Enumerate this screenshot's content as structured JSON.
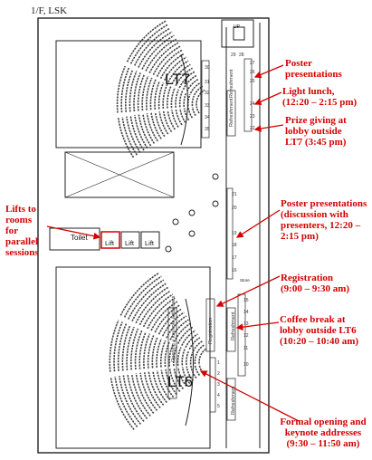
{
  "header": {
    "floor_label": "1/F, LSK"
  },
  "rooms": {
    "lt7": "LT7",
    "lt6": "LT6",
    "toilet": "Toilet",
    "lift": "Lift",
    "store": "Store",
    "up": "UP"
  },
  "signs": {
    "refreshment": "Refreshment",
    "registration": "Registration",
    "opening_keynote": "Opening + keynote addresses"
  },
  "board_numbers": {
    "top_pair": [
      "29",
      "28"
    ],
    "lt7_right": [
      "27",
      "26",
      "25",
      "24",
      "23",
      "22"
    ],
    "lt7_left": [
      "30",
      "31",
      "32",
      "33",
      "34",
      "35"
    ],
    "corridor": [
      "21",
      "20",
      "19",
      "18",
      "17",
      "16"
    ],
    "lt6_right": [
      "15",
      "14",
      "13",
      "12",
      "11",
      "10"
    ],
    "lt6_left": [
      "1",
      "2",
      "3",
      "4",
      "5"
    ]
  },
  "annotations": {
    "poster_top": [
      "Poster",
      "presentations"
    ],
    "lunch": [
      "Light lunch,",
      "(12:20 – 2:15 pm)"
    ],
    "prize": [
      "Prize giving at",
      "lobby outside",
      "LT7 (3:45 pm)"
    ],
    "poster_mid": [
      "Poster presentations",
      "(discussion with",
      "presenters, 12:20 –",
      "2:15 pm)"
    ],
    "lifts": [
      "Lifts to",
      "rooms",
      "for",
      "parallel",
      "sessions"
    ],
    "registration": [
      "Registration",
      "(9:00 – 9:30 am)"
    ],
    "coffee": [
      "Coffee break at",
      "lobby outside LT6",
      "(10:20 – 10:40 am)"
    ],
    "opening": [
      "Formal opening and",
      "keynote addresses",
      "(9:30 – 11:50 am)"
    ]
  },
  "colors": {
    "annotation": "#d40000",
    "line": "#222222",
    "seat": "#444444"
  }
}
